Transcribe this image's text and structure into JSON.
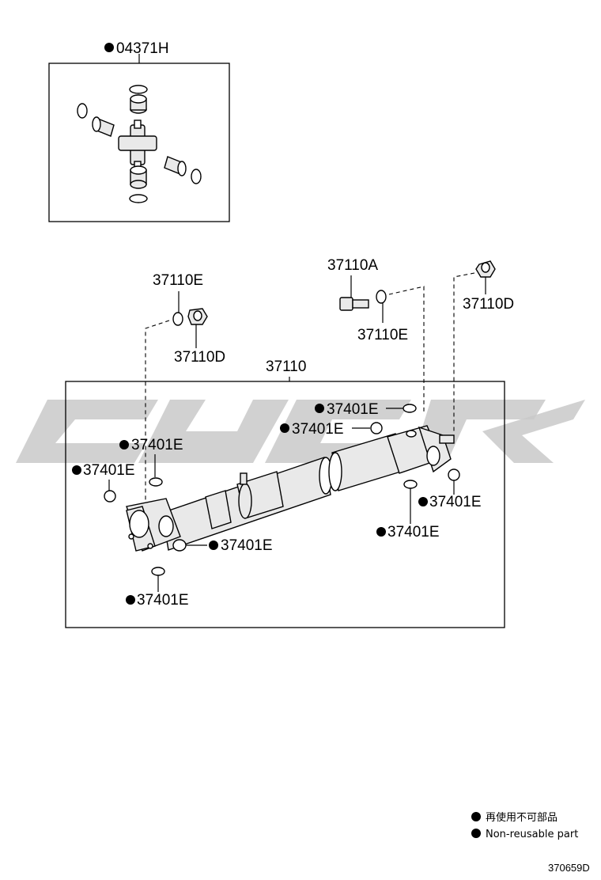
{
  "labels": {
    "kit": "04371H",
    "shaft_assy": "37110",
    "bolt": "37110A",
    "washer_left": "37110E",
    "washer_right": "37110E",
    "nut_left": "37110D",
    "nut_right": "37110D",
    "ring_1": "37401E",
    "ring_2": "37401E",
    "ring_3": "37401E",
    "ring_4": "37401E",
    "ring_5": "37401E",
    "ring_6": "37401E",
    "ring_7": "37401E",
    "ring_8": "37401E"
  },
  "legend": {
    "jp": "再使用不可部品",
    "en": "Non-reusable part"
  },
  "figure_code": "370659D"
}
